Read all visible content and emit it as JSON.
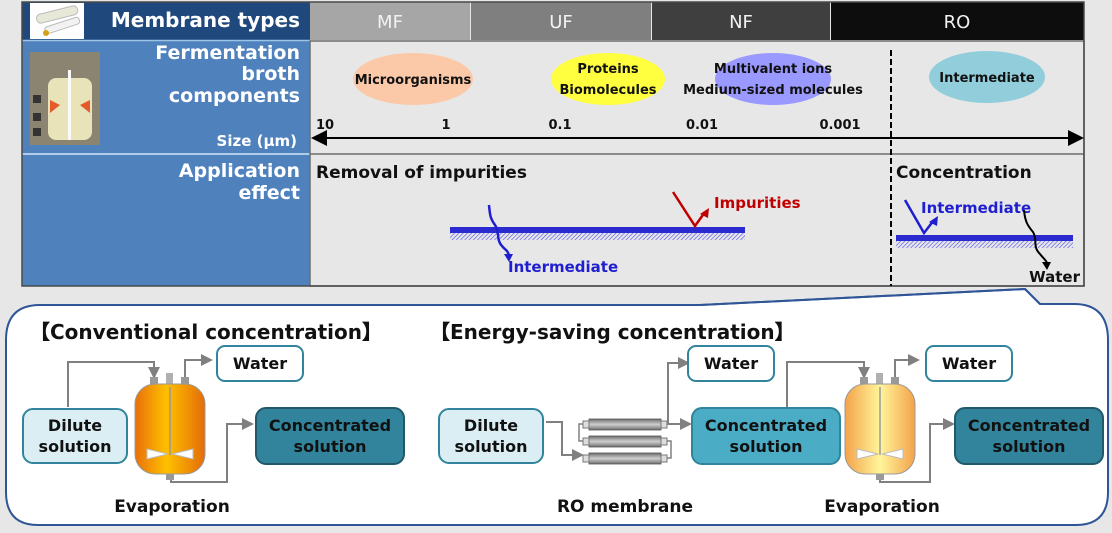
{
  "table": {
    "header_label": "Membrane types",
    "membrane_types": [
      {
        "label": "MF",
        "color": "#a6a6a6"
      },
      {
        "label": "UF",
        "color": "#7f7f7f"
      },
      {
        "label": "NF",
        "color": "#3f3f3f"
      },
      {
        "label": "RO",
        "color": "#0d0d0d"
      }
    ],
    "row1_label_lines": [
      "Fermentation",
      "broth",
      "components"
    ],
    "size_label": "Size (µm)",
    "components": [
      {
        "lines": [
          "Microorganisms"
        ],
        "color": "#fbc9a8"
      },
      {
        "lines": [
          "Proteins",
          "Biomolecules"
        ],
        "color": "#ffff40"
      },
      {
        "lines": [
          "Multivalent ions",
          "Medium-sized molecules"
        ],
        "color": "#9999ff"
      },
      {
        "lines": [
          "Intermediate"
        ],
        "color": "#92cddc"
      }
    ],
    "size_ticks": [
      "10",
      "1",
      "0.1",
      "0.01",
      "0.001"
    ],
    "row2_label_lines": [
      "Application",
      "effect"
    ],
    "removal_title": "Removal of impurities",
    "removal_impurities": "Impurities",
    "removal_intermediate": "Intermediate",
    "concentration_title": "Concentration",
    "concentration_intermediate": "Intermediate",
    "concentration_water": "Water"
  },
  "colors": {
    "label_blue": "#4f81bd",
    "header_navy": "#1f497d",
    "membrane_blue": "#1f1fcf",
    "impurity_red": "#c00000",
    "callout_border": "#2f5597"
  },
  "conventional": {
    "title": "【Conventional concentration】",
    "dilute": [
      "Dilute",
      "solution"
    ],
    "water": "Water",
    "concentrated": [
      "Concentrated",
      "solution"
    ],
    "caption": "Evaporation"
  },
  "energy_saving": {
    "title": "【Energy-saving concentration】",
    "dilute": [
      "Dilute",
      "solution"
    ],
    "water1": "Water",
    "concentrated_mid": [
      "Concentrated",
      "solution"
    ],
    "water2": "Water",
    "concentrated_final": [
      "Concentrated",
      "solution"
    ],
    "caption_ro": "RO membrane",
    "caption_evap": "Evaporation"
  }
}
